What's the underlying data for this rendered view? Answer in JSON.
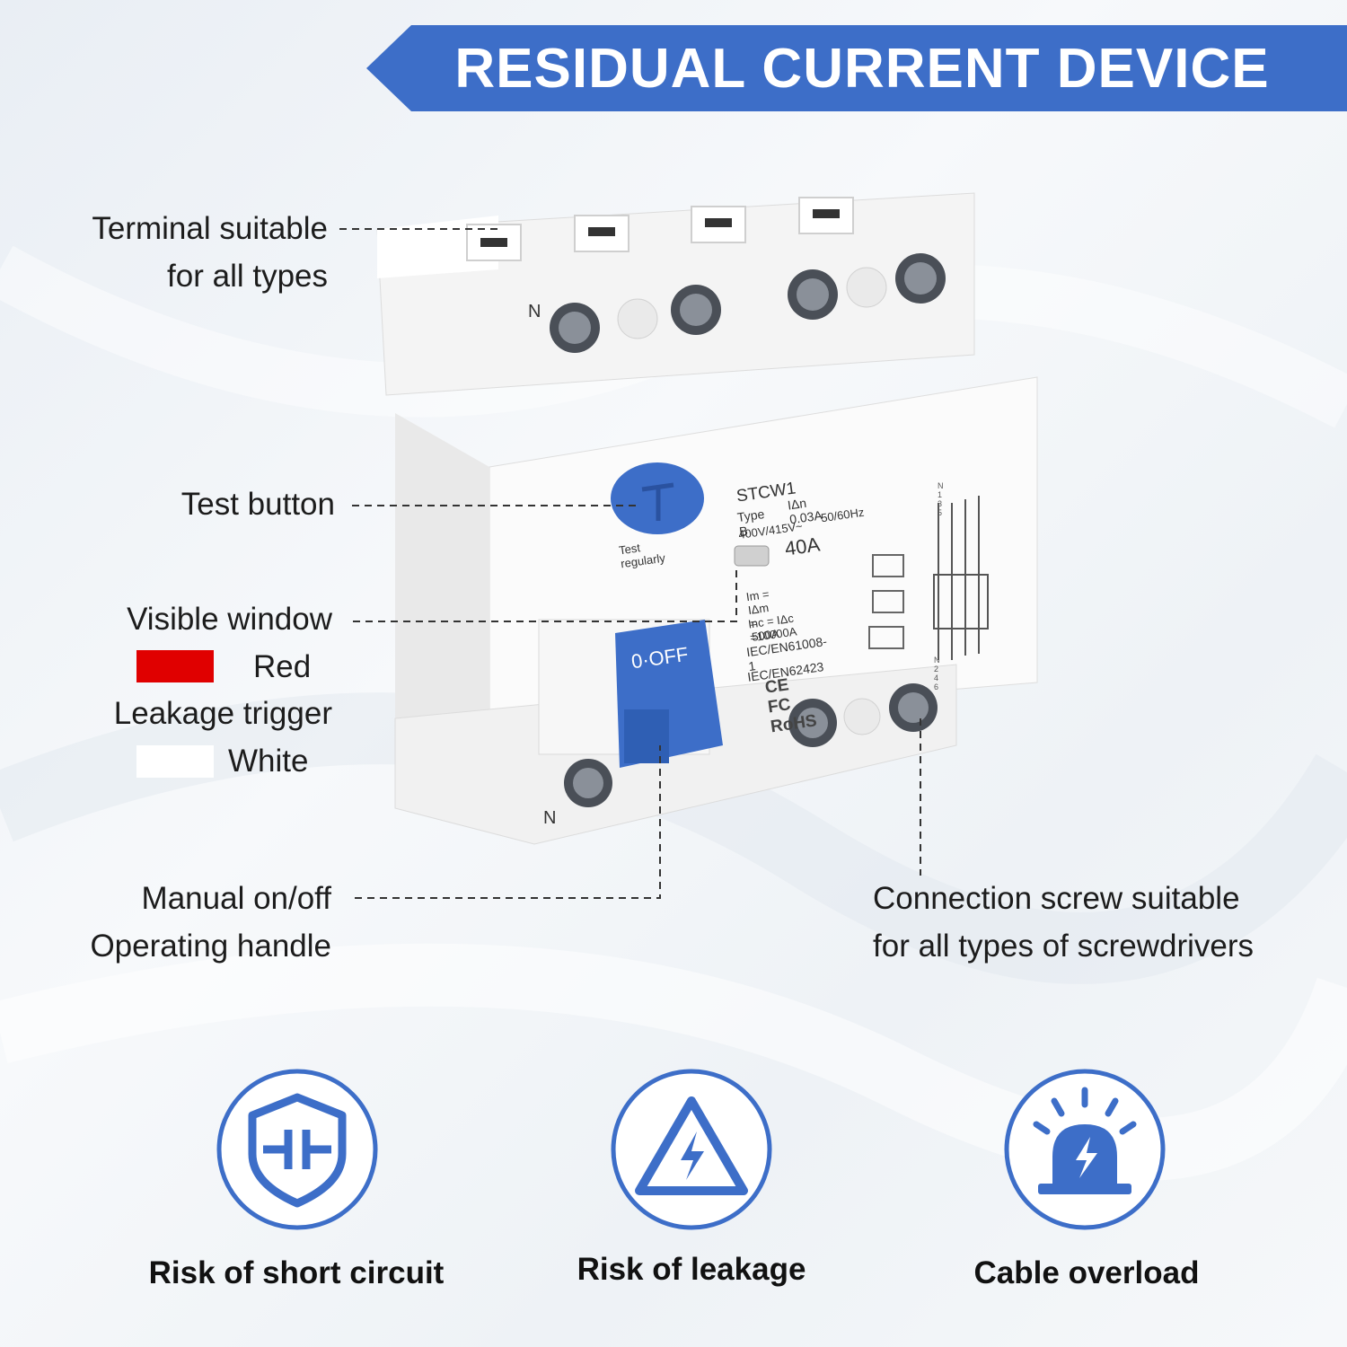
{
  "banner": {
    "title": "RESIDUAL CURRENT DEVICE"
  },
  "callouts": {
    "terminal": [
      "Terminal suitable",
      "for all types"
    ],
    "test_button": "Test button",
    "visible_window": "Visible window",
    "red": "Red",
    "leakage_trigger": "Leakage trigger",
    "white": "White",
    "manual": [
      "Manual on/off",
      "Operating handle"
    ],
    "connection": [
      "Connection screw suitable",
      "for all types of screwdrivers"
    ]
  },
  "device": {
    "model": "STCW1",
    "type": "Type B",
    "idn": "IΔn 0.03A",
    "voltage": "400V/415V~",
    "freq": "50/60Hz",
    "rating": "40A",
    "im": "Im = IΔm = 500A",
    "inc": "Inc = IΔc =10000A",
    "std1": "IEC/EN61008-1",
    "std2": "IEC/EN62423",
    "marks": "CE FC RoHS",
    "test_note": "Test regularly",
    "handle_text": "0·OFF",
    "neutral_top": "N",
    "neutral_bottom": "N",
    "diagram_top": "N 1 3 5",
    "diagram_bottom": "N 2 4 6"
  },
  "risks": [
    {
      "label": "Risk of short circuit",
      "icon": "shield-icon"
    },
    {
      "label": "Risk of leakage",
      "icon": "warning-bolt-icon"
    },
    {
      "label": "Cable overload",
      "icon": "alarm-bolt-icon"
    }
  ],
  "colors": {
    "accent": "#3d6ec8",
    "red": "#e00000",
    "white": "#ffffff"
  }
}
